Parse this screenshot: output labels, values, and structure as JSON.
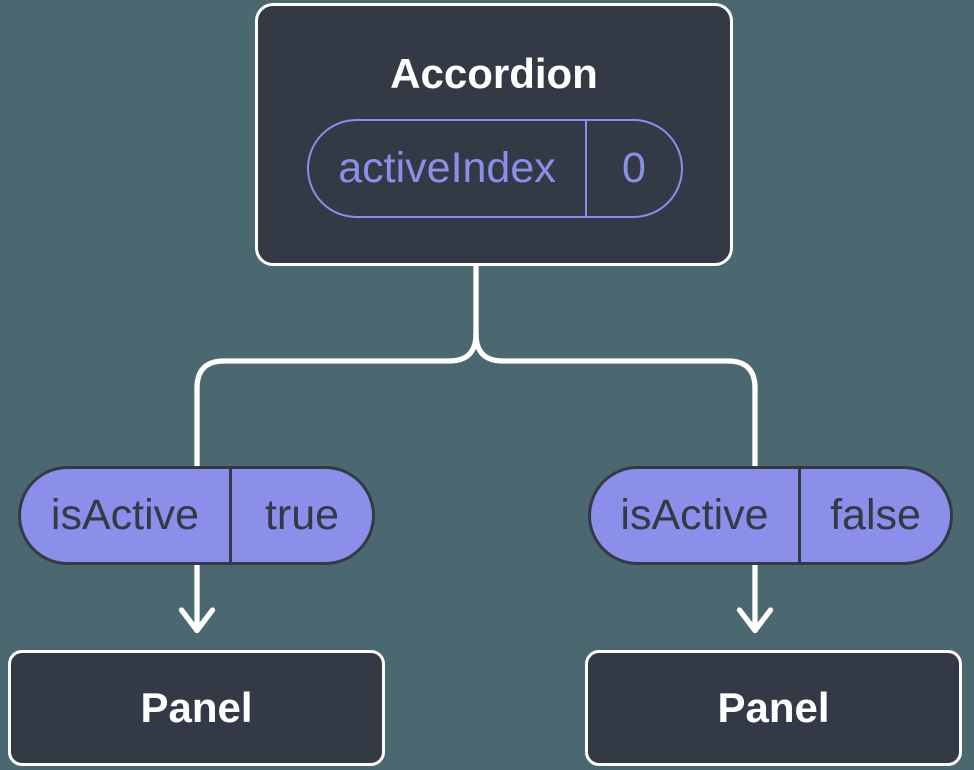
{
  "diagram_type": "component-tree",
  "colors": {
    "background": "#4B6770",
    "node_fill": "#343A45",
    "node_border": "#FFFFFF",
    "accent_purple": "#8B8FE9",
    "pill_text_dark": "#333945",
    "connector": "#FFFFFF"
  },
  "tree": {
    "root": {
      "title": "Accordion",
      "state_pill": {
        "name": "activeIndex",
        "value": "0"
      }
    },
    "branches": [
      {
        "prop_pill": {
          "name": "isActive",
          "value": "true"
        },
        "node": {
          "title": "Panel"
        }
      },
      {
        "prop_pill": {
          "name": "isActive",
          "value": "false"
        },
        "node": {
          "title": "Panel"
        }
      }
    ]
  }
}
